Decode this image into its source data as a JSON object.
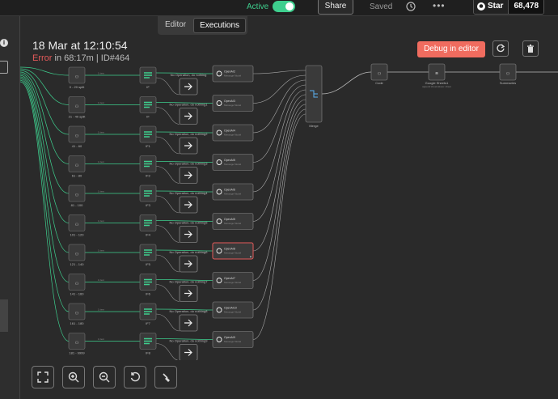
{
  "header": {
    "active_label": "Active",
    "share_label": "Share",
    "saved_label": "Saved",
    "github_star_label": "Star",
    "github_star_count": "68,478"
  },
  "tabs": [
    {
      "label": "Editor",
      "selected": false
    },
    {
      "label": "Executions",
      "selected": true
    }
  ],
  "execution": {
    "datetime": "18 Mar at 12:10:54",
    "status": "Error",
    "status_color": "#e45a5a",
    "meta": "in 68:17m | ID#464"
  },
  "actions": {
    "debug_label": "Debug in editor"
  },
  "workflow": {
    "code_nodes": [
      "0 - 20 split",
      "21 - 40 split",
      "41 - 60",
      "61 - 80",
      "81 - 100",
      "101 - 120",
      "121 - 140",
      "141 - 160",
      "161 - 180",
      "181 - 9999"
    ],
    "filter_nodes": [
      "IF",
      "IF",
      "IF1",
      "IF2",
      "IF3",
      "IF4",
      "IF5",
      "IF6",
      "IF7",
      "IF8"
    ],
    "noop_nodes": [
      "No Operation, do nothing",
      "No Operation, do nothing1",
      "No Operation, do nothing2",
      "No Operation, do nothing3",
      "No Operation, do nothing4",
      "No Operation, do nothing5",
      "No Operation, do nothing6",
      "No Operation, do nothing7",
      "No Operation, do nothing8",
      "No Operation, do nothing9"
    ],
    "openai_nodes": [
      "OpenAI2",
      "OpenAI3",
      "OpenAI4",
      "OpenAI5",
      "OpenAI6",
      "OpenAI5",
      "OpenAI8",
      "OpenAI7",
      "OpenAI10",
      "OpenAI9"
    ],
    "openai_subtitle": "Message Model",
    "error_node_index": 6,
    "merge_node": "Merge",
    "downstream_nodes": [
      "Code",
      "Google Sheets1",
      "Summaries"
    ],
    "downstream_subtitle": "append:sheetvalues: sheet"
  },
  "colors": {
    "accent": "#3ecf8e",
    "error": "#e45a5a",
    "debug": "#f06c5f"
  }
}
